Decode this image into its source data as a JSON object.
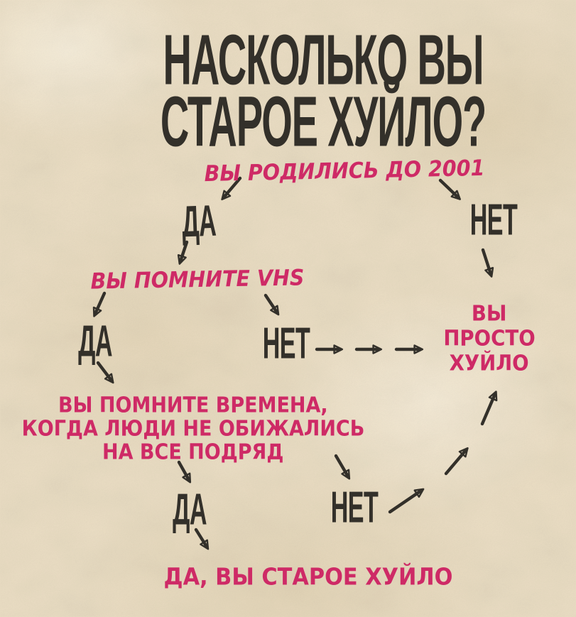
{
  "colors": {
    "paper": "#ebdec4",
    "ink": "#33302a",
    "accent": "#ce2a66"
  },
  "title": {
    "line1": "НАСКОЛЬКО ВЫ",
    "line2": "СТАРОЕ ХУЙЛО?"
  },
  "questions": {
    "q1": {
      "text": "ВЫ РОДИЛИСЬ ДО 2001"
    },
    "q2": {
      "text": "ВЫ ПОМНИТЕ VHS"
    },
    "q3": {
      "line1": "ВЫ ПОМНИТЕ ВРЕМЕНА,",
      "line2": "КОГДА ЛЮДИ НЕ ОБИЖАЛИСЬ",
      "line3": "НА ВСЕ ПОДРЯД"
    }
  },
  "answers": {
    "q1_yes": "ДА",
    "q1_no": "НЕТ",
    "q2_yes": "ДА",
    "q2_no": "НЕТ",
    "q3_yes": "ДА",
    "q3_no": "НЕТ"
  },
  "results": {
    "simple": {
      "line1": "ВЫ",
      "line2": "ПРОСТО",
      "line3": "ХУЙЛО"
    },
    "old": "ДА, ВЫ СТАРОЕ ХУЙЛО"
  }
}
